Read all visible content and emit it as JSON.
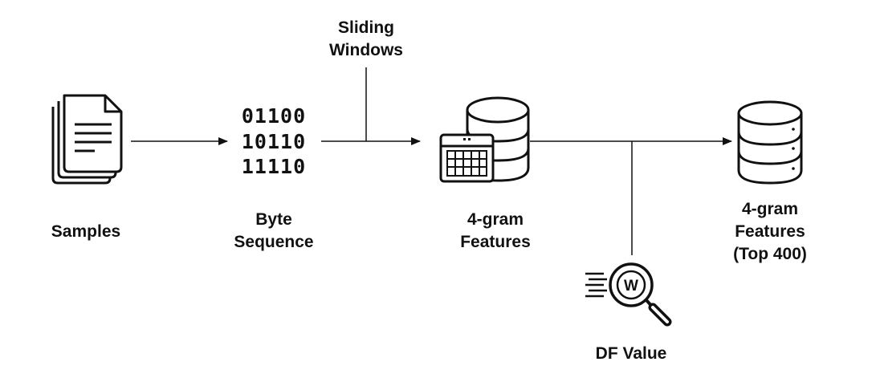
{
  "nodes": {
    "samples": {
      "label": "Samples",
      "icon": "documents-icon"
    },
    "byte_sequence": {
      "label_line1": "Byte",
      "label_line2": "Sequence",
      "icon": "binary-code-icon",
      "bits": [
        "01100",
        "10110",
        "11110"
      ]
    },
    "features": {
      "label_line1": "4-gram",
      "label_line2": "Features",
      "icon": "database-table-icon"
    },
    "top_features": {
      "label_line1": "4-gram",
      "label_line2": "Features",
      "label_line3": "(Top 400)",
      "icon": "database-icon"
    },
    "df_value": {
      "label": "DF Value",
      "icon": "search-w-icon"
    },
    "sliding_windows": {
      "label_line1": "Sliding",
      "label_line2": "Windows"
    }
  },
  "edges": [
    {
      "from": "samples",
      "to": "byte_sequence"
    },
    {
      "from": "byte_sequence",
      "to": "features",
      "via": "sliding_windows"
    },
    {
      "from": "features",
      "to": "top_features",
      "via": "df_value"
    }
  ]
}
